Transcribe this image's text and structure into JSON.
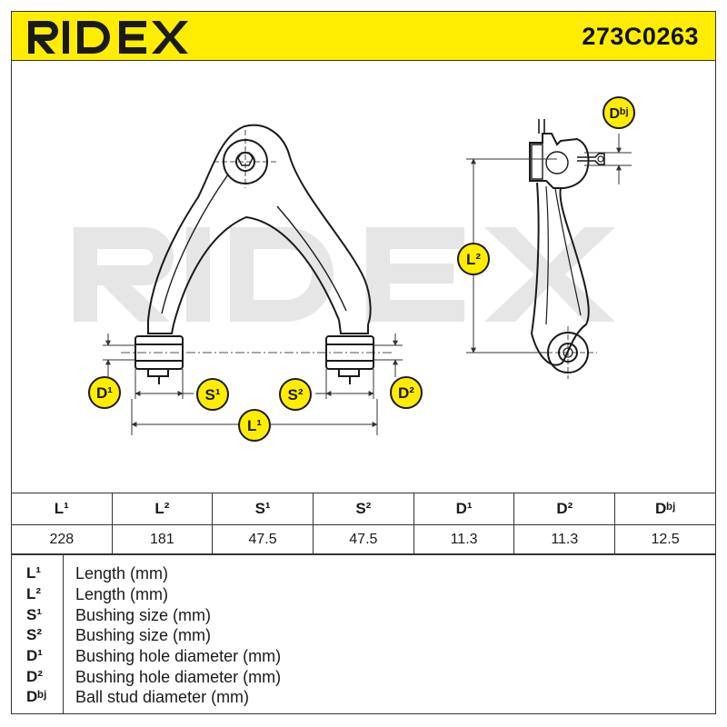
{
  "header": {
    "brand": "RIDEX",
    "part_number": "273C0263",
    "brand_color": "#1a1a1a",
    "background_color": "#ffed00"
  },
  "drawing": {
    "watermark": "RIDEX",
    "labels": {
      "L1": "L¹",
      "L2": "L²",
      "S1": "S¹",
      "S2": "S²",
      "D1": "D¹",
      "D2": "D²",
      "Dbj": "Dᵇʲ"
    },
    "label_badge_color": "#ffed00"
  },
  "table": {
    "headers": [
      "L¹",
      "L²",
      "S¹",
      "S²",
      "D¹",
      "D²",
      "Dᵇʲ"
    ],
    "values": [
      "228",
      "181",
      "47.5",
      "47.5",
      "11.3",
      "11.3",
      "12.5"
    ]
  },
  "legend": {
    "items": [
      {
        "symbol": "L¹",
        "description": "Length (mm)"
      },
      {
        "symbol": "L²",
        "description": "Length (mm)"
      },
      {
        "symbol": "S¹",
        "description": "Bushing size (mm)"
      },
      {
        "symbol": "S²",
        "description": "Bushing size (mm)"
      },
      {
        "symbol": "D¹",
        "description": "Bushing hole diameter (mm)"
      },
      {
        "symbol": "D²",
        "description": "Bushing hole diameter (mm)"
      },
      {
        "symbol": "Dᵇʲ",
        "description": "Ball stud diameter (mm)"
      }
    ]
  }
}
